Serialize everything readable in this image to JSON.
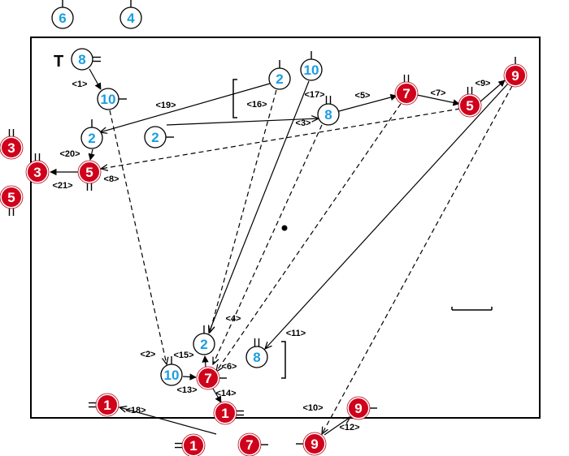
{
  "colors": {
    "blue_fill": "#ffffff",
    "blue_text": "#1a9ee0",
    "red_fill": "#d0021b",
    "red_text": "#ffffff",
    "line": "#000000"
  },
  "team_marker": "T",
  "players": [
    {
      "id": "b6",
      "num": "6",
      "team": "blue"
    },
    {
      "id": "b4",
      "num": "4",
      "team": "blue"
    },
    {
      "id": "b8a",
      "num": "8",
      "team": "blue"
    },
    {
      "id": "b10a",
      "num": "10",
      "team": "blue"
    },
    {
      "id": "b2a",
      "num": "2",
      "team": "blue"
    },
    {
      "id": "b2b",
      "num": "2",
      "team": "blue"
    },
    {
      "id": "b2c",
      "num": "2",
      "team": "blue"
    },
    {
      "id": "b10b",
      "num": "10",
      "team": "blue"
    },
    {
      "id": "b8b",
      "num": "8",
      "team": "blue"
    },
    {
      "id": "b2d",
      "num": "2",
      "team": "blue"
    },
    {
      "id": "b10c",
      "num": "10",
      "team": "blue"
    },
    {
      "id": "b8c",
      "num": "8",
      "team": "blue"
    },
    {
      "id": "r7a",
      "num": "7",
      "team": "red"
    },
    {
      "id": "r5a",
      "num": "5",
      "team": "red"
    },
    {
      "id": "r9a",
      "num": "9",
      "team": "red"
    },
    {
      "id": "r3a",
      "num": "3",
      "team": "red"
    },
    {
      "id": "r3b",
      "num": "3",
      "team": "red"
    },
    {
      "id": "r5b",
      "num": "5",
      "team": "red"
    },
    {
      "id": "r5c",
      "num": "5",
      "team": "red"
    },
    {
      "id": "r7b",
      "num": "7",
      "team": "red"
    },
    {
      "id": "r1a",
      "num": "1",
      "team": "red"
    },
    {
      "id": "r1b",
      "num": "1",
      "team": "red"
    },
    {
      "id": "r1c",
      "num": "1",
      "team": "red"
    },
    {
      "id": "r7c",
      "num": "7",
      "team": "red"
    },
    {
      "id": "r9b",
      "num": "9",
      "team": "red"
    },
    {
      "id": "r9c",
      "num": "9",
      "team": "red"
    }
  ],
  "labels": [
    "<1>",
    "<2>",
    "<3>",
    "<4>",
    "<5>",
    "<6>",
    "<7>",
    "<8>",
    "<9>",
    "<10>",
    "<11>",
    "<12>",
    "<13>",
    "<14>",
    "<15>",
    "<16>",
    "<17>",
    "<18>",
    "<19>",
    "<20>",
    "<21>"
  ]
}
